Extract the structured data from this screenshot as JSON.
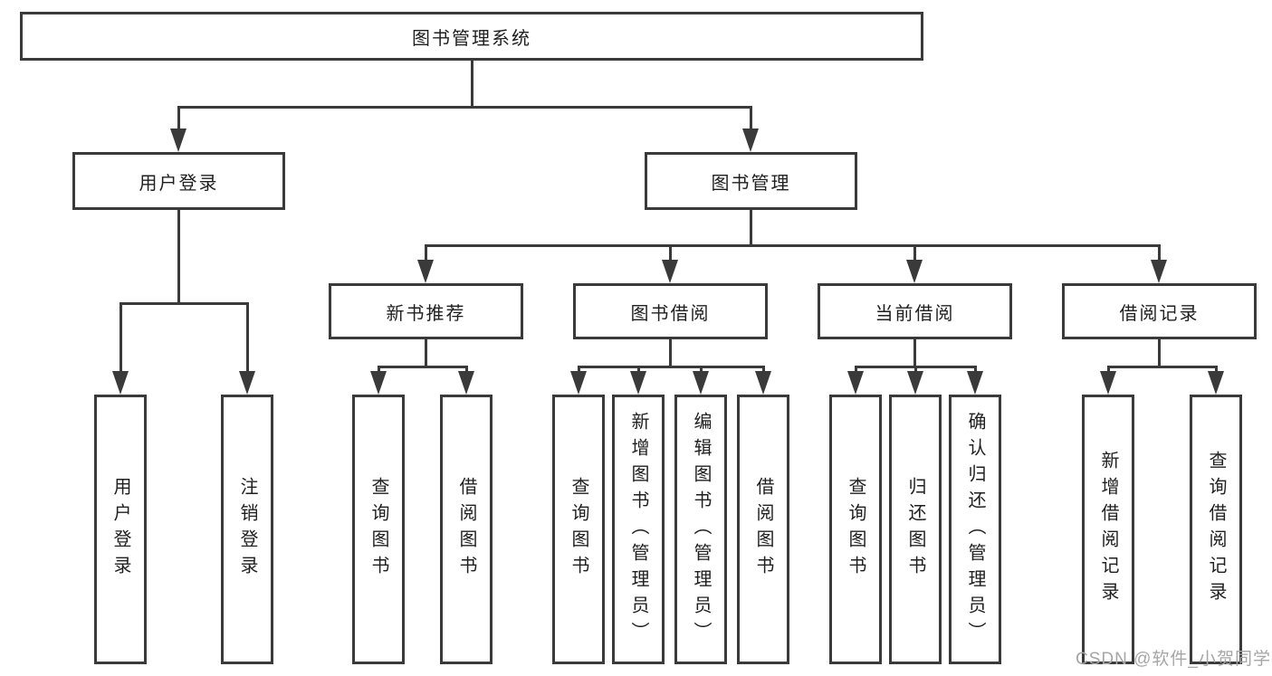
{
  "diagram": {
    "kind": "function-structure-tree",
    "line_color": "#3a3a3a",
    "background": "#ffffff",
    "tree": {
      "root": {
        "label": "图书管理系统"
      },
      "user": {
        "label": "用户登录",
        "children": [
          {
            "label": "用户登录"
          },
          {
            "label": "注销登录"
          }
        ]
      },
      "books": {
        "label": "图书管理",
        "sections": [
          {
            "label": "新书推荐",
            "children": [
              {
                "label": "查询图书"
              },
              {
                "label": "借阅图书"
              }
            ]
          },
          {
            "label": "图书借阅",
            "children": [
              {
                "label": "查询图书"
              },
              {
                "label": "新增图书（管理员）"
              },
              {
                "label": "编辑图书（管理员）"
              },
              {
                "label": "借阅图书"
              }
            ]
          },
          {
            "label": "当前借阅",
            "children": [
              {
                "label": "查询图书"
              },
              {
                "label": "归还图书"
              },
              {
                "label": "确认归还（管理员）"
              }
            ]
          },
          {
            "label": "借阅记录",
            "children": [
              {
                "label": "新增借阅记录"
              },
              {
                "label": "查询借阅记录"
              }
            ]
          }
        ]
      }
    },
    "watermark": "CSDN @软件_小贺同学"
  }
}
